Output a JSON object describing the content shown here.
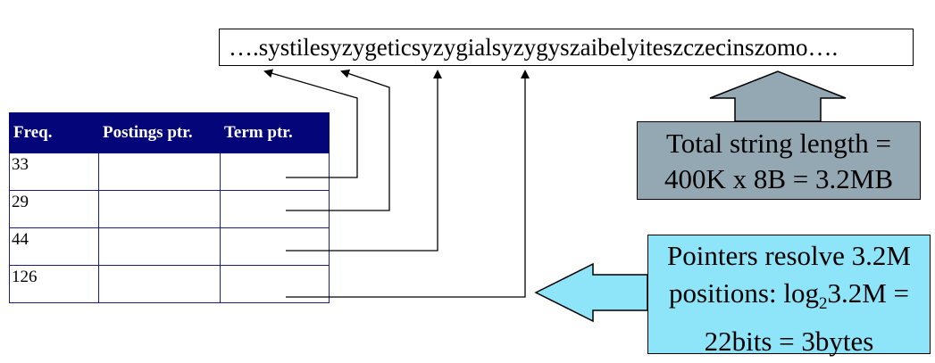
{
  "string_box": {
    "text": "….systilesyzygeticsyzygialsyzygyszaibelyiteszczecinszomo…."
  },
  "table": {
    "headers": [
      "Freq.",
      "Postings ptr.",
      "Term ptr."
    ],
    "rows": [
      {
        "freq": "33"
      },
      {
        "freq": "29"
      },
      {
        "freq": "44"
      },
      {
        "freq": "126"
      }
    ]
  },
  "callout_total": {
    "line1": "Total string length =",
    "line2": "400K x 8B = 3.2MB"
  },
  "callout_pointers": {
    "line1": "Pointers resolve 3.2M",
    "line2_prefix": "positions: log",
    "line2_sub": "2",
    "line2_suffix": "3.2M =",
    "line3": "22bits = 3bytes"
  },
  "colors": {
    "table_header_bg": "#05057a",
    "table_border": "#1c1c8c",
    "callout_total_bg": "#94a8b4",
    "callout_pointers_bg": "#8ee4f8"
  }
}
